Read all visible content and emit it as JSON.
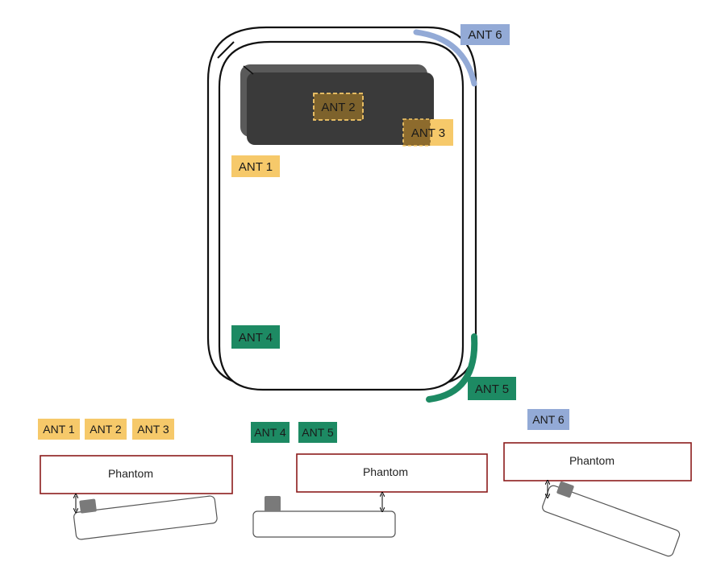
{
  "colors": {
    "yellow": "#f6c96a",
    "yellow_dashed": "#c8963a",
    "green": "#1d8a63",
    "blue": "#93aad6",
    "phantom_border": "#8c1c1c",
    "dark_block": "#3a3a3a",
    "small_block": "#7a7a7a"
  },
  "top_view": {
    "antennas": {
      "ant1": "ANT 1",
      "ant2": "ANT 2",
      "ant3": "ANT 3",
      "ant4": "ANT 4",
      "ant5": "ANT 5",
      "ant6": "ANT 6"
    }
  },
  "side_views": [
    {
      "labels": [
        "ANT 1",
        "ANT 2",
        "ANT 3"
      ],
      "phantom": "Phantom",
      "label_color": "yellow"
    },
    {
      "labels": [
        "ANT 4",
        "ANT 5"
      ],
      "phantom": "Phantom",
      "label_color": "green"
    },
    {
      "labels": [
        "ANT 6"
      ],
      "phantom": "Phantom",
      "label_color": "blue"
    }
  ]
}
